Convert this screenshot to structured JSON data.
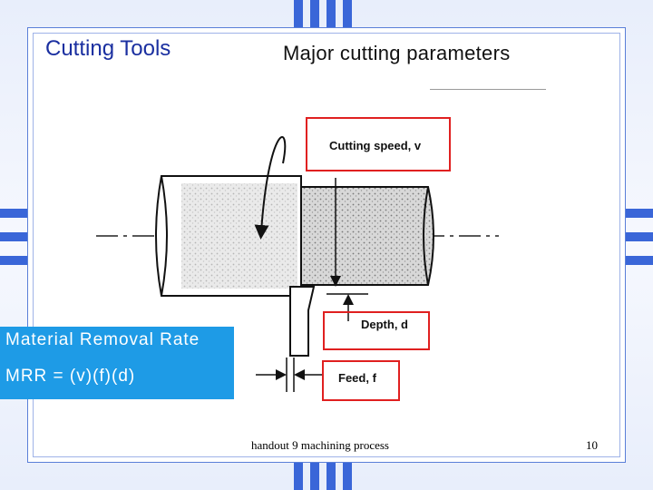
{
  "slide": {
    "title_left": "Cutting Tools",
    "title_right": "Major cutting parameters",
    "footer": "handout 9 machining process",
    "page_number": "10"
  },
  "diagram": {
    "callouts": {
      "speed": "Cutting speed, v",
      "depth": "Depth, d",
      "feed": "Feed, f"
    }
  },
  "mrr": {
    "heading": "Material Removal Rate",
    "formula": "MRR = (v)(f)(d)"
  },
  "colors": {
    "frame_accent": "#3a66d8",
    "callout_border": "#e02020",
    "mrr_background": "#1e9be6"
  }
}
